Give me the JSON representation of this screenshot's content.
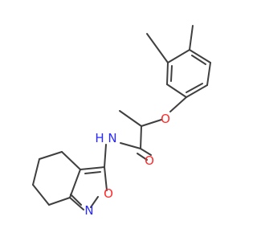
{
  "molecule": {
    "atom_labels": {
      "ether_oxygen": "O",
      "amide_nitrogen": "N",
      "amide_hydrogen": "H",
      "carbonyl_oxygen": "O",
      "ring_oxygen": "O",
      "ring_nitrogen": "N"
    }
  },
  "colors": {
    "bond": "#3f3f3f",
    "carbon": "#3f3f3f",
    "oxygen": "#ff2a2a",
    "nitrogen": "#2a2aff"
  }
}
